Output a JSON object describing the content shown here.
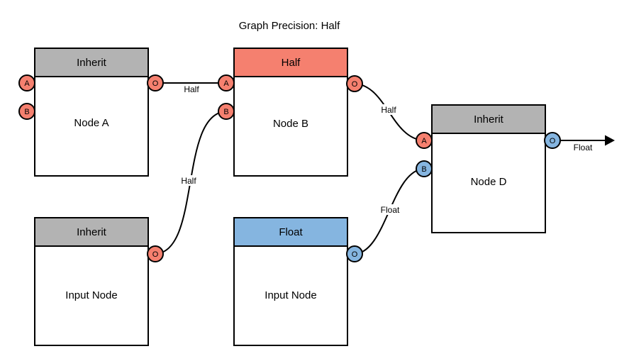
{
  "title": "Graph Precision: Half",
  "colors": {
    "salmon": "#F5806F",
    "blue": "#85B5E0",
    "gray": "#B3B3B3",
    "node_fill": "#FFFFFF",
    "stroke": "#000000"
  },
  "nodes": {
    "node_a": {
      "header": "Inherit",
      "label": "Node A",
      "ports": {
        "a": "A",
        "b": "B",
        "o": "O"
      }
    },
    "node_b": {
      "header": "Half",
      "label": "Node B",
      "ports": {
        "a": "A",
        "b": "B",
        "o": "O"
      }
    },
    "node_d": {
      "header": "Inherit",
      "label": "Node D",
      "ports": {
        "a": "A",
        "b": "B",
        "o": "O"
      }
    },
    "input_left": {
      "header": "Inherit",
      "label": "Input Node",
      "ports": {
        "o": "O"
      }
    },
    "input_mid": {
      "header": "Float",
      "label": "Input Node",
      "ports": {
        "o": "O"
      }
    }
  },
  "edges": {
    "a_out_to_b_a": {
      "label": "Half"
    },
    "input_left_to_b_b": {
      "label": "Half"
    },
    "b_out_to_d_a": {
      "label": "Half"
    },
    "input_mid_to_d_b": {
      "label": "Float"
    },
    "d_output": {
      "label": "Float"
    }
  }
}
